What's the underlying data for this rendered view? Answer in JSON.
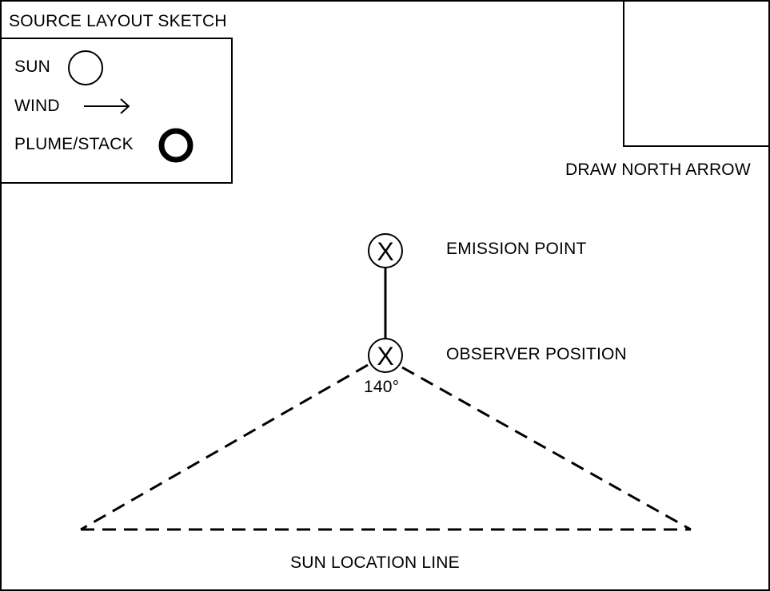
{
  "title": "SOURCE LAYOUT SKETCH",
  "legend": {
    "sun": {
      "label": "SUN",
      "icon": "sun-icon"
    },
    "wind": {
      "label": "WIND",
      "icon": "wind-arrow-icon"
    },
    "plume": {
      "label": "PLUME/STACK",
      "icon": "plume-stack-icon"
    }
  },
  "north_arrow_box": {
    "label": "DRAW NORTH ARROW"
  },
  "emission_point": {
    "label": "EMISSION POINT",
    "marker": "X"
  },
  "observer_position": {
    "label": "OBSERVER POSITION",
    "marker": "X",
    "angle": "140°"
  },
  "sun_location_line": {
    "label": "SUN LOCATION LINE"
  },
  "colors": {
    "stroke": "#000000",
    "background": "#ffffff"
  }
}
